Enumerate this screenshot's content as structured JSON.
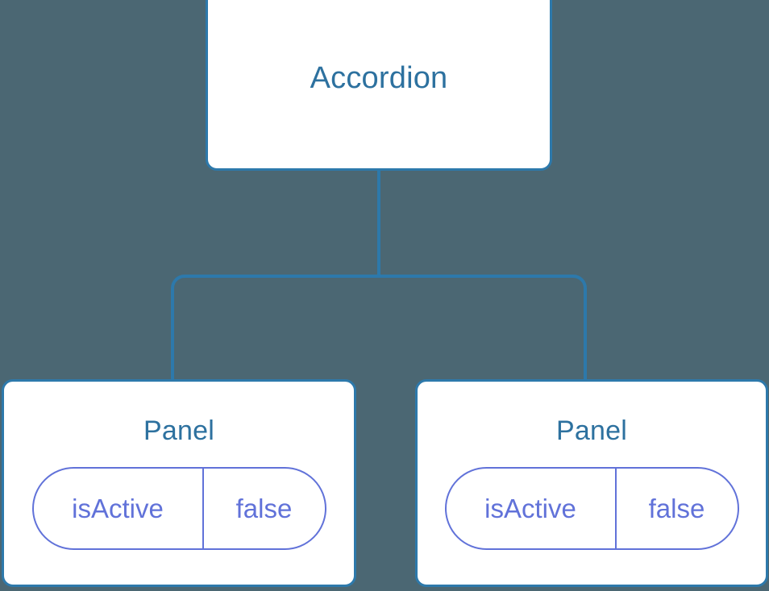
{
  "canvas": {
    "background_color": "#4b6773",
    "node_border_color": "#2d79ab",
    "node_fill_color": "#ffffff",
    "node_title_color": "#2d719f",
    "prop_color": "#6172d9",
    "edge_color": "#2d79ab"
  },
  "tree": {
    "root": {
      "title": "Accordion"
    },
    "children": [
      {
        "title": "Panel",
        "props": [
          {
            "key": "isActive",
            "value": "false"
          }
        ]
      },
      {
        "title": "Panel",
        "props": [
          {
            "key": "isActive",
            "value": "false"
          }
        ]
      }
    ]
  }
}
